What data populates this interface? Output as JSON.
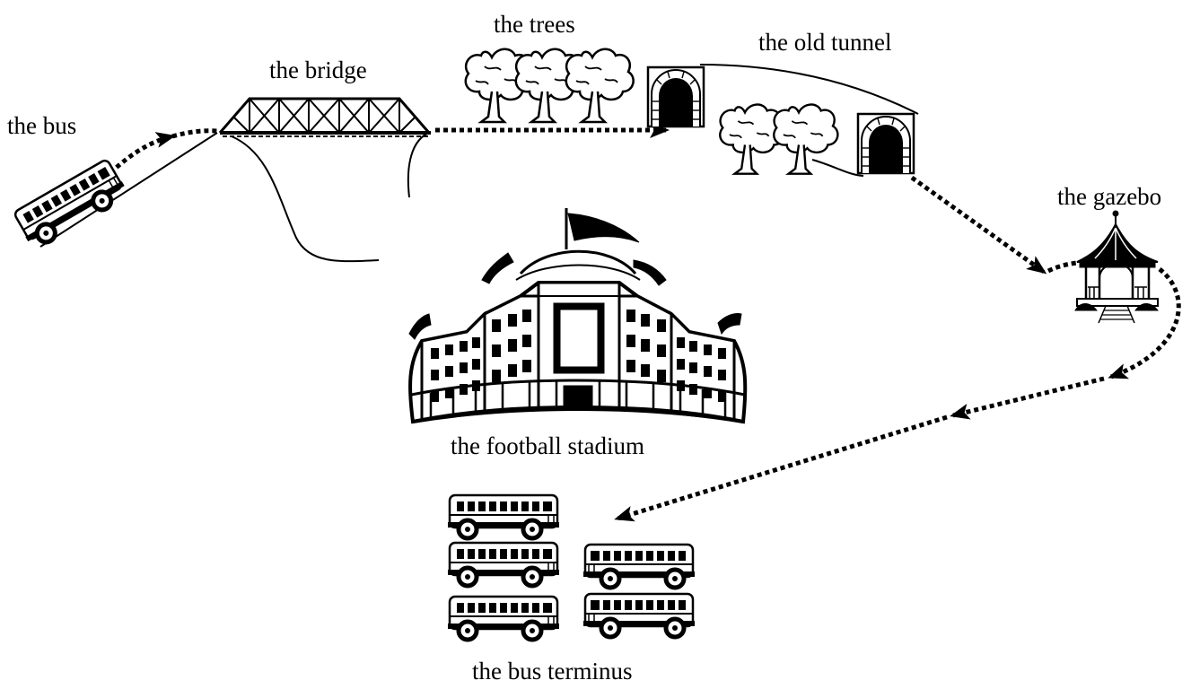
{
  "labels": {
    "bus": "the bus",
    "bridge": "the bridge",
    "trees": "the trees",
    "old_tunnel": "the old tunnel",
    "gazebo": "the gazebo",
    "football_stadium": "the football stadium",
    "bus_terminus": "the bus terminus"
  },
  "colors": {
    "ink": "#000000",
    "background": "#ffffff"
  }
}
